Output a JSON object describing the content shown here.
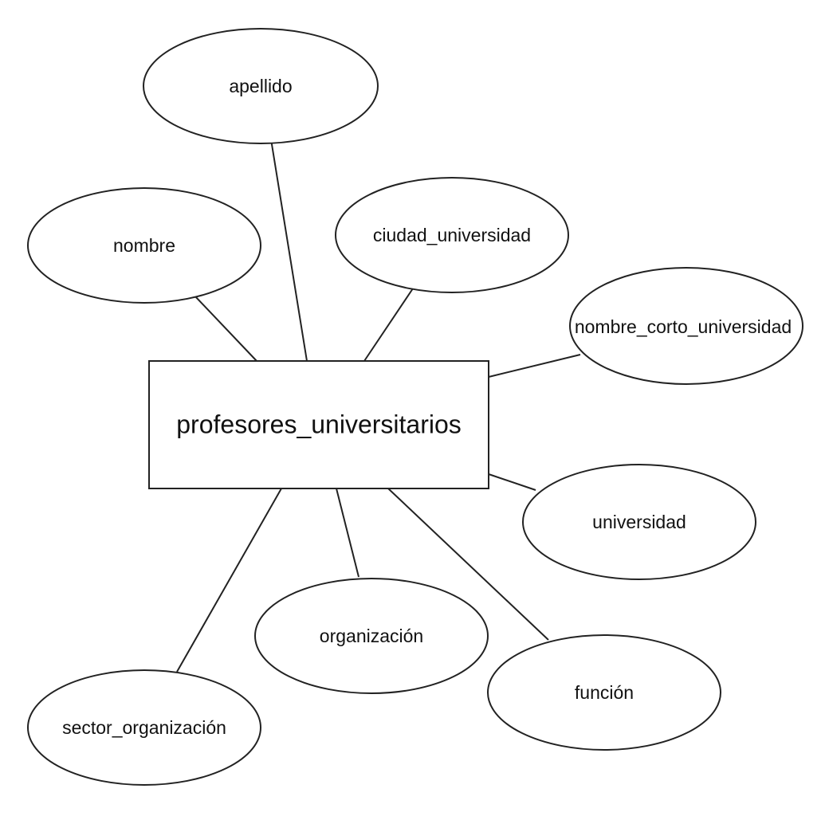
{
  "entity": {
    "label": "profesores_universitarios"
  },
  "attributes": [
    {
      "id": "apellido",
      "label": "apellido"
    },
    {
      "id": "nombre",
      "label": "nombre"
    },
    {
      "id": "ciudad_universidad",
      "label": "ciudad_universidad"
    },
    {
      "id": "nombre_corto_universidad",
      "label": "nombre_corto_universidad"
    },
    {
      "id": "universidad",
      "label": "universidad"
    },
    {
      "id": "organizacion",
      "label": "organización"
    },
    {
      "id": "funcion",
      "label": "función"
    },
    {
      "id": "sector_organizacion",
      "label": "sector_organización"
    }
  ]
}
